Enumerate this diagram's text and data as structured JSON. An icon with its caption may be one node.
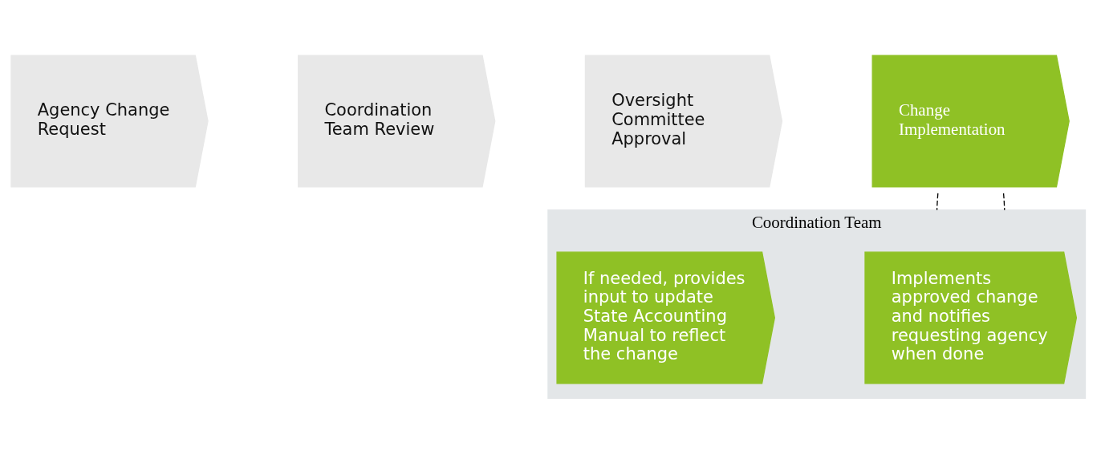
{
  "diagram": {
    "nodes": [
      {
        "text": [
          "Agency Change Request"
        ]
      },
      {
        "text": [
          "Coordination Team Review"
        ]
      },
      {
        "text": [
          "Oversight Committee Approval"
        ]
      },
      {
        "text": [
          "Change Implementation"
        ]
      },
      {
        "text": [
          "Coordination Team"
        ]
      },
      {
        "text": [
          "Implements approved change and notifies requesting agency when done"
        ],
        "in": 4
      },
      {
        "text": [
          "If needed, provides input to update State Accounting Manual to reflect the change"
        ],
        "in": 4
      }
    ],
    "edges": [
      {
        "from": 3,
        "to": 4,
        "arrow": "none",
        "style": "dashed"
      },
      {
        "from": 3,
        "to": 4,
        "arrow": "none",
        "style": "dashed"
      }
    ]
  }
}
